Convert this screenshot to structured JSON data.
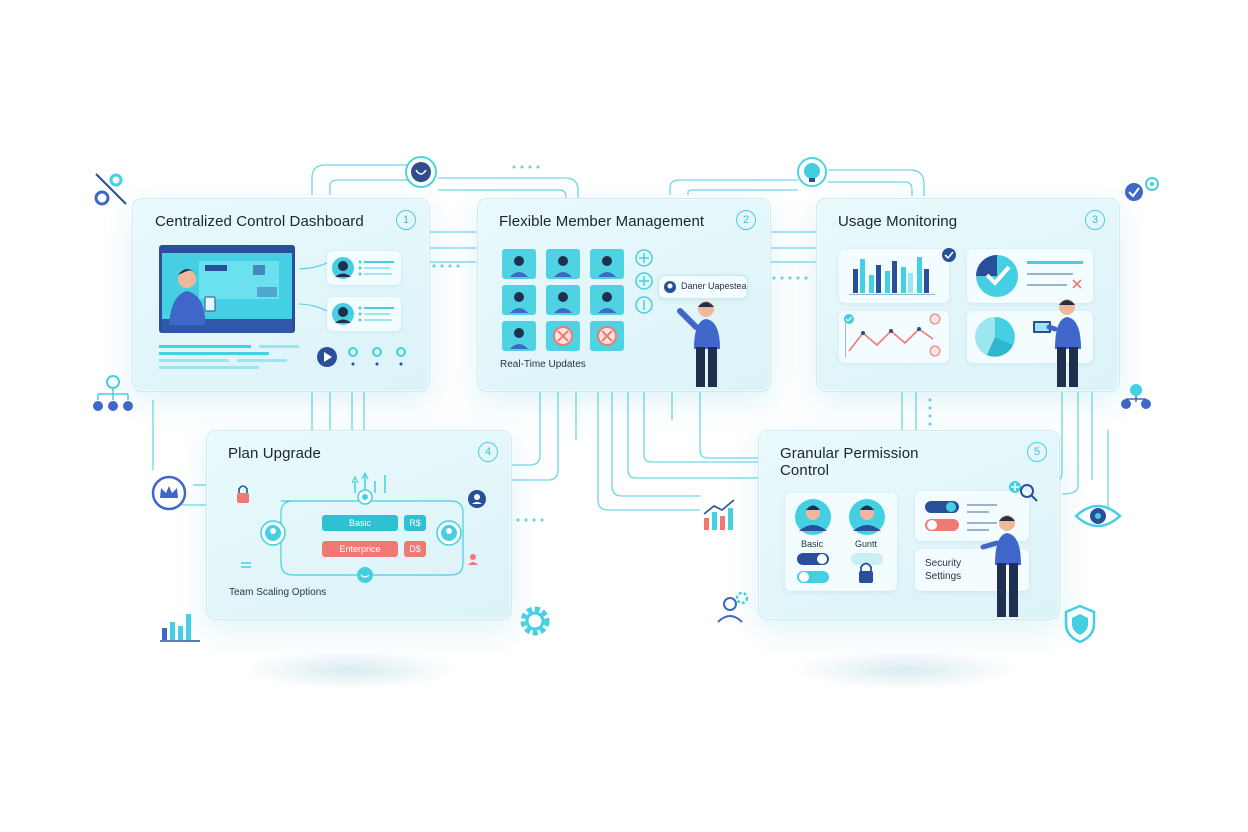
{
  "cards": {
    "dashboard": {
      "title": "Centralized Control Dashboard",
      "number": "1"
    },
    "members": {
      "title": "Flexible Member Management",
      "number": "2",
      "tooltip": "Daner Uapestea",
      "caption": "Real-Time Updates"
    },
    "usage": {
      "title": "Usage Monitoring",
      "number": "3"
    },
    "plan": {
      "title": "Plan Upgrade",
      "number": "4",
      "basic_label": "Basic",
      "basic_value": "R$",
      "enterprise_label": "Enterprice",
      "enterprise_value": "D$",
      "caption": "Team Scaling Options"
    },
    "permission": {
      "title_line1": "Granular Permission",
      "title_line2": "Control",
      "number": "5",
      "role1": "Basic",
      "role2": "Guntt",
      "settings_line1": "Security",
      "settings_line2": "Settings"
    }
  },
  "colors": {
    "accent": "#3fcfe0",
    "navy": "#233a74",
    "alert": "#f07a73",
    "card_bg": "#e3f6fa"
  },
  "icons": [
    "gears-icon",
    "network-icon",
    "crown-icon",
    "bar-chart-icon",
    "gear-icon",
    "user-gear-icon",
    "shield-icon",
    "eye-icon",
    "hierarchy-icon",
    "checkmark-icon",
    "bear-node-icon",
    "bulb-node-icon"
  ]
}
